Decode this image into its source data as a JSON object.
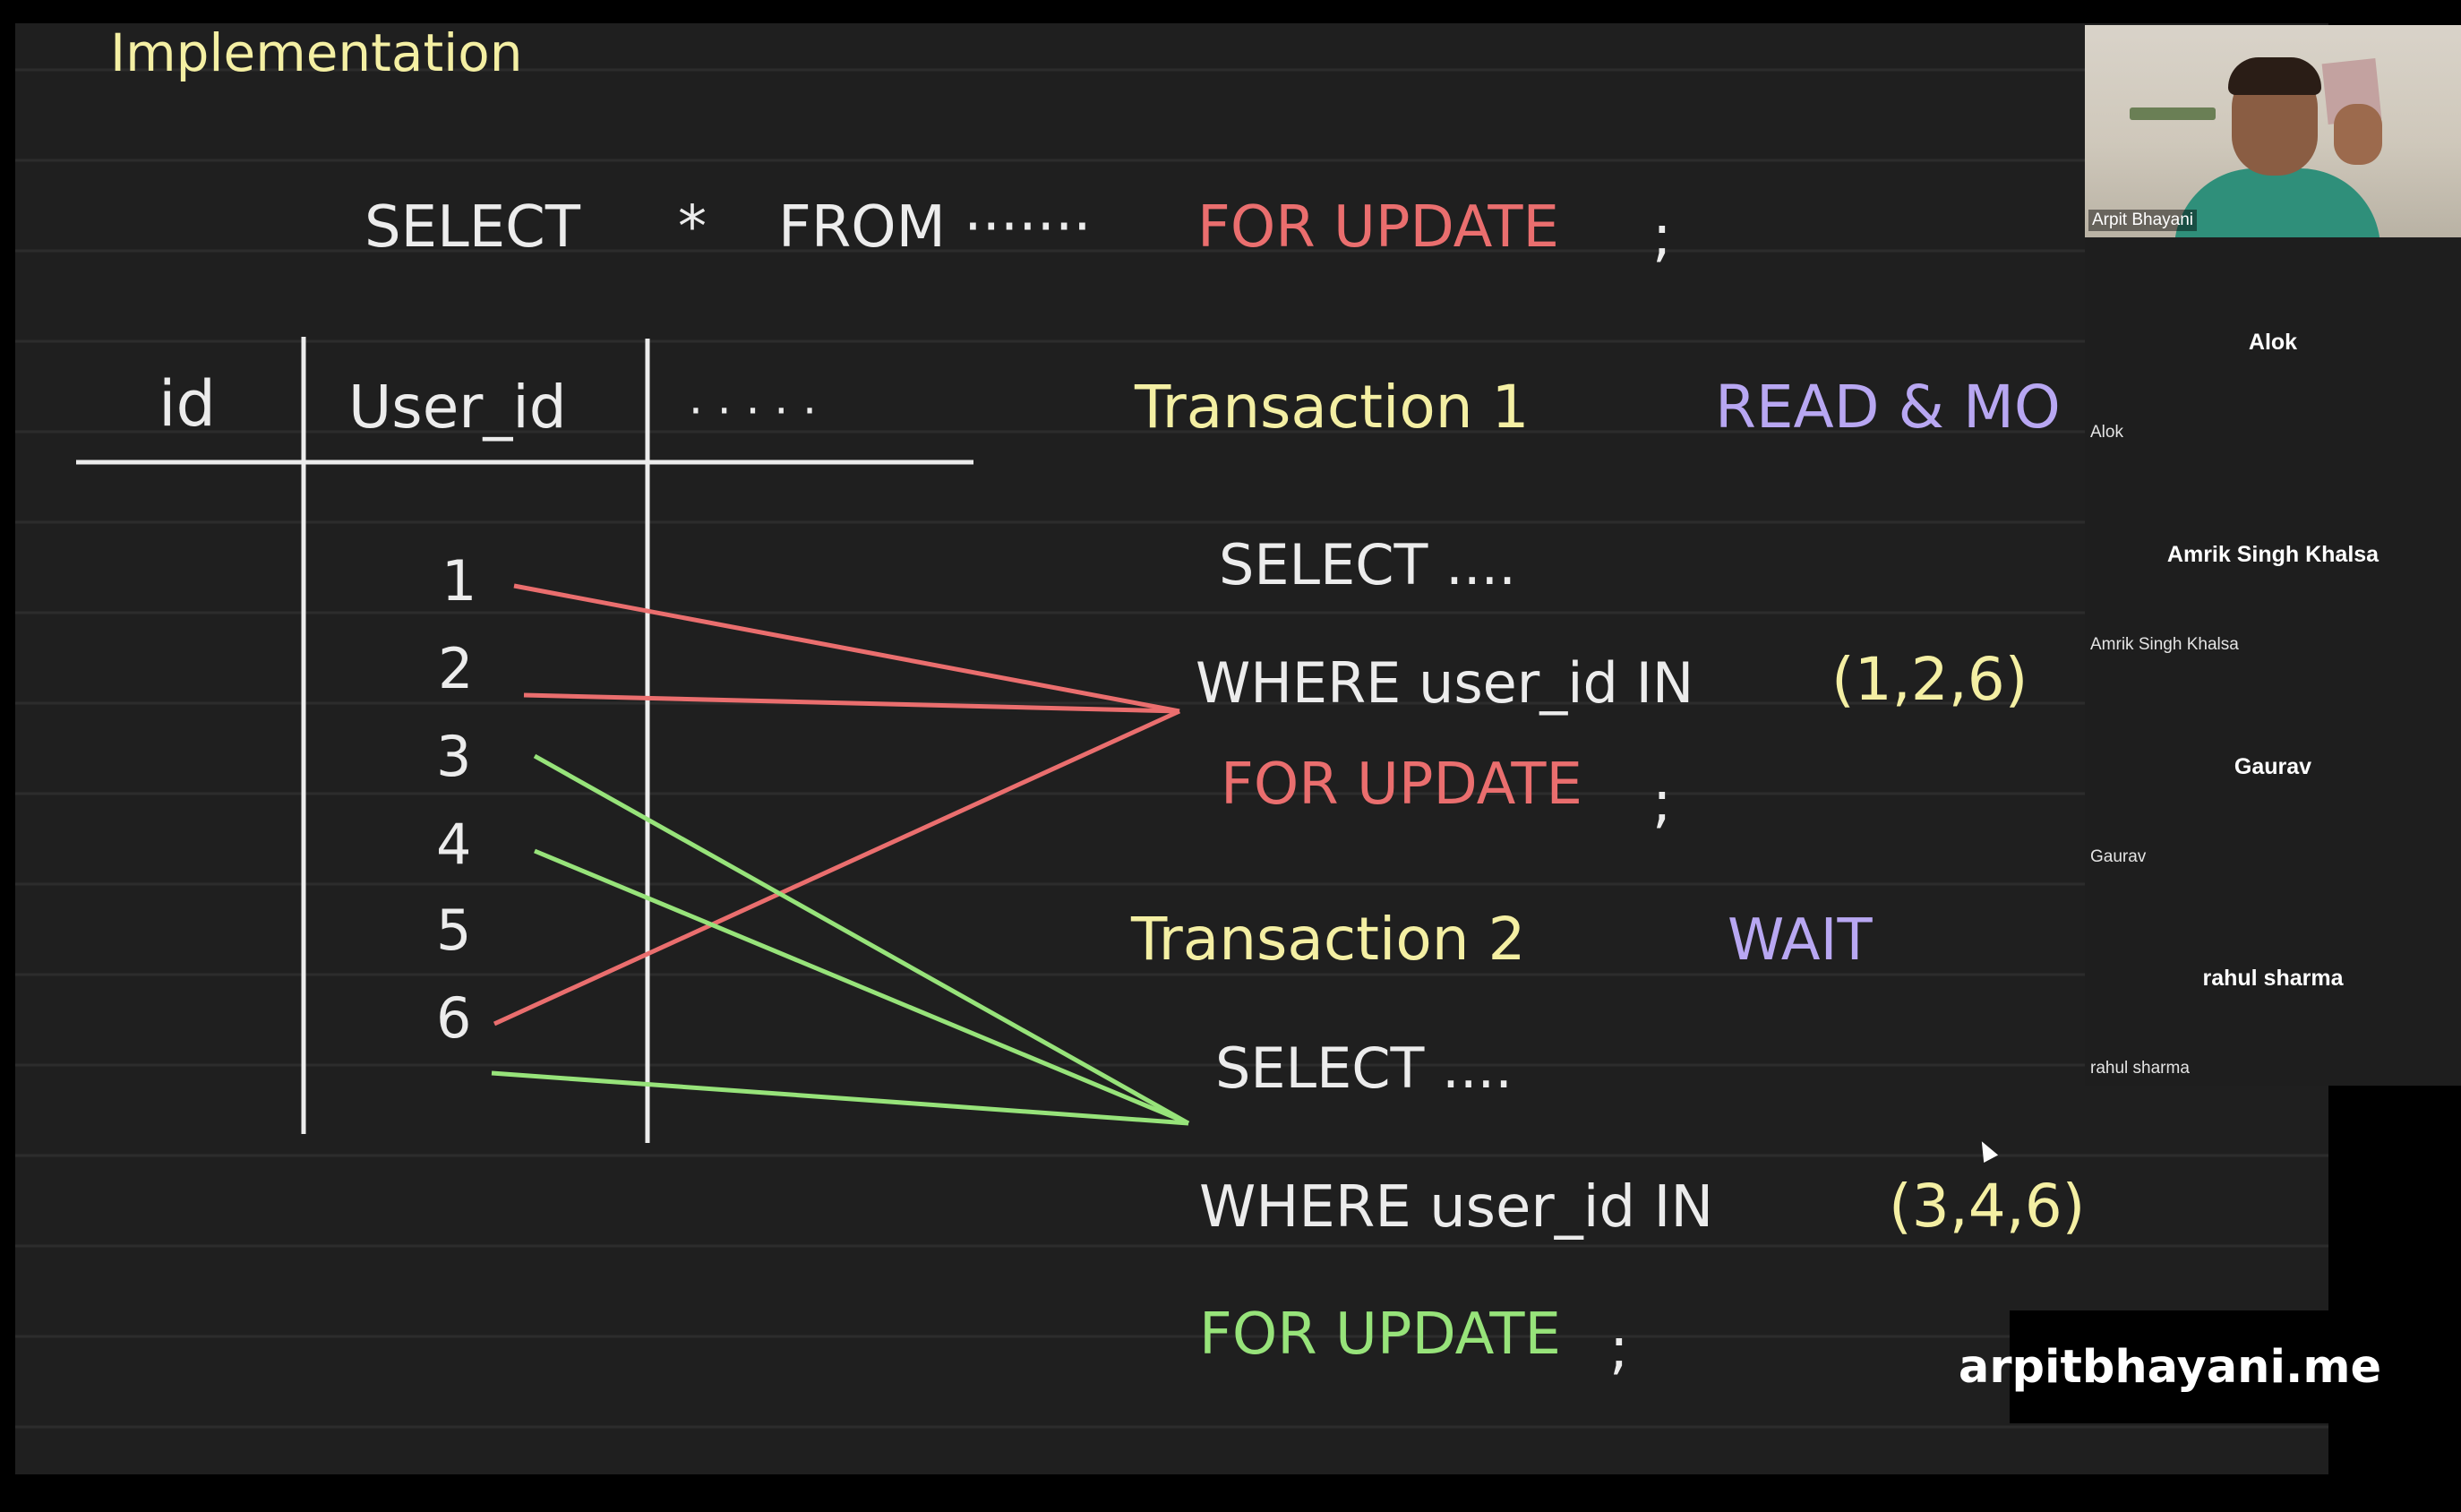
{
  "whiteboard": {
    "title": "Implementation",
    "query": {
      "select": "SELECT",
      "star": "*",
      "from": "FROM ·······",
      "for_update": "FOR UPDATE",
      "semicolon": ";"
    },
    "table": {
      "headers": [
        "id",
        "User_id",
        "· · · · ·"
      ],
      "user_ids": [
        "1",
        "2",
        "3",
        "4",
        "5",
        "6"
      ]
    },
    "transaction1": {
      "title": "Transaction 1",
      "status": "READ & MO",
      "select": "SELECT ....",
      "where": "WHERE user_id IN",
      "values": "(1,2,6)",
      "for_update": "FOR UPDATE",
      "semicolon": ";"
    },
    "transaction2": {
      "title": "Transaction 2",
      "status": "WAIT",
      "select": "SELECT ....",
      "where": "WHERE user_id IN",
      "values": "(3,4,6)",
      "for_update": "FOR UPDATE",
      "semicolon": ";"
    },
    "ink_colors": {
      "red": "#ea6e6e",
      "green": "#97e37a",
      "white": "#ececec",
      "yellow": "#f4efa3",
      "purple": "#b8a7f2"
    }
  },
  "participants": {
    "presenter_label": "Arpit Bhayani",
    "tiles": [
      {
        "name": "Alok",
        "label": "Alok"
      },
      {
        "name": "Amrik Singh Khalsa",
        "label": "Amrik Singh Khalsa"
      },
      {
        "name": "Gaurav",
        "label": "Gaurav"
      },
      {
        "name": "rahul sharma",
        "label": "rahul sharma"
      }
    ]
  },
  "watermark": "arpitbhayani.me"
}
